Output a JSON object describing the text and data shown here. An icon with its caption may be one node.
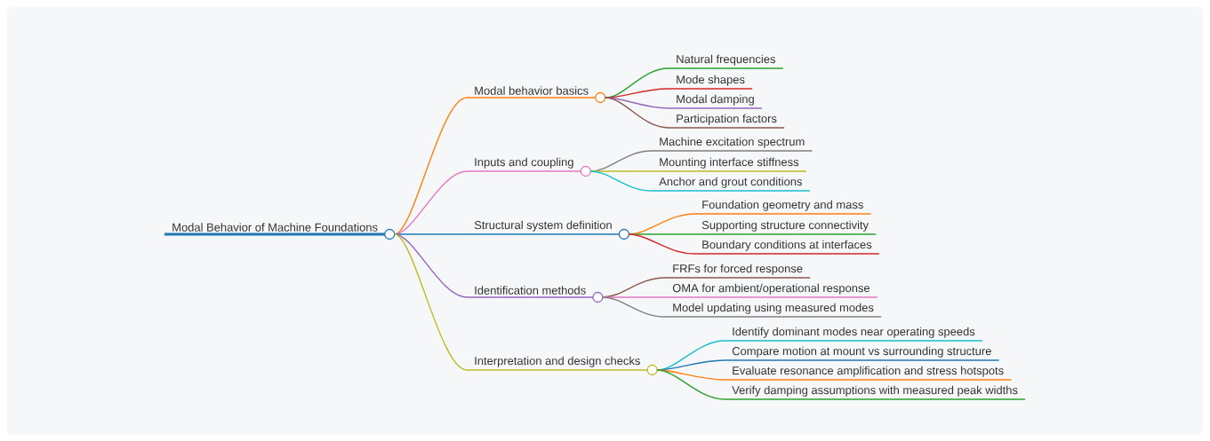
{
  "diagram": {
    "nodes": [
      {
        "text": [
          "Modal Behavior of Machine Foundations"
        ]
      },
      {
        "text": [
          "Modal behavior basics"
        ]
      },
      {
        "text": [
          "Natural frequencies"
        ]
      },
      {
        "text": [
          "Mode shapes"
        ]
      },
      {
        "text": [
          "Modal damping"
        ]
      },
      {
        "text": [
          "Participation factors"
        ]
      },
      {
        "text": [
          "Inputs and coupling"
        ]
      },
      {
        "text": [
          "Machine excitation spectrum"
        ]
      },
      {
        "text": [
          "Mounting interface stiffness"
        ]
      },
      {
        "text": [
          "Anchor and grout conditions"
        ]
      },
      {
        "text": [
          "Structural system definition"
        ]
      },
      {
        "text": [
          "Foundation geometry and mass"
        ]
      },
      {
        "text": [
          "Supporting structure connectivity"
        ]
      },
      {
        "text": [
          "Boundary conditions at interfaces"
        ]
      },
      {
        "text": [
          "Identification methods"
        ]
      },
      {
        "text": [
          "FRFs for forced response"
        ]
      },
      {
        "text": [
          "OMA for ambient/operational response"
        ]
      },
      {
        "text": [
          "Model updating using measured modes"
        ]
      },
      {
        "text": [
          "Interpretation and design checks"
        ]
      },
      {
        "text": [
          "Identify dominant modes near operating speeds"
        ]
      },
      {
        "text": [
          "Compare motion at mount vs surrounding structure"
        ]
      },
      {
        "text": [
          "Evaluate resonance amplification and stress hotspots"
        ]
      },
      {
        "text": [
          "Verify damping assumptions with measured peak widths"
        ]
      }
    ],
    "edges": [
      {
        "from": 0,
        "to": 1,
        "arrow": "none",
        "color": "#ff7f0e"
      },
      {
        "from": 1,
        "to": 2,
        "arrow": "none",
        "color": "#2ca02c"
      },
      {
        "from": 1,
        "to": 3,
        "arrow": "none",
        "color": "#d62728"
      },
      {
        "from": 1,
        "to": 4,
        "arrow": "none",
        "color": "#9467bd"
      },
      {
        "from": 1,
        "to": 5,
        "arrow": "none",
        "color": "#8c564b"
      },
      {
        "from": 0,
        "to": 6,
        "arrow": "none",
        "color": "#e377c2"
      },
      {
        "from": 6,
        "to": 7,
        "arrow": "none",
        "color": "#7f7f7f"
      },
      {
        "from": 6,
        "to": 8,
        "arrow": "none",
        "color": "#bcbd22"
      },
      {
        "from": 6,
        "to": 9,
        "arrow": "none",
        "color": "#17becf"
      },
      {
        "from": 0,
        "to": 10,
        "arrow": "none",
        "color": "#1f77b4"
      },
      {
        "from": 10,
        "to": 11,
        "arrow": "none",
        "color": "#ff7f0e"
      },
      {
        "from": 10,
        "to": 12,
        "arrow": "none",
        "color": "#2ca02c"
      },
      {
        "from": 10,
        "to": 13,
        "arrow": "none",
        "color": "#d62728"
      },
      {
        "from": 0,
        "to": 14,
        "arrow": "none",
        "color": "#9467bd"
      },
      {
        "from": 14,
        "to": 15,
        "arrow": "none",
        "color": "#8c564b"
      },
      {
        "from": 14,
        "to": 16,
        "arrow": "none",
        "color": "#e377c2"
      },
      {
        "from": 14,
        "to": 17,
        "arrow": "none",
        "color": "#7f7f7f"
      },
      {
        "from": 0,
        "to": 18,
        "arrow": "none",
        "color": "#bcbd22"
      },
      {
        "from": 18,
        "to": 19,
        "arrow": "none",
        "color": "#17becf"
      },
      {
        "from": 18,
        "to": 20,
        "arrow": "none",
        "color": "#1f77b4"
      },
      {
        "from": 18,
        "to": 21,
        "arrow": "none",
        "color": "#ff7f0e"
      },
      {
        "from": 18,
        "to": 22,
        "arrow": "none",
        "color": "#2ca02c"
      }
    ]
  }
}
